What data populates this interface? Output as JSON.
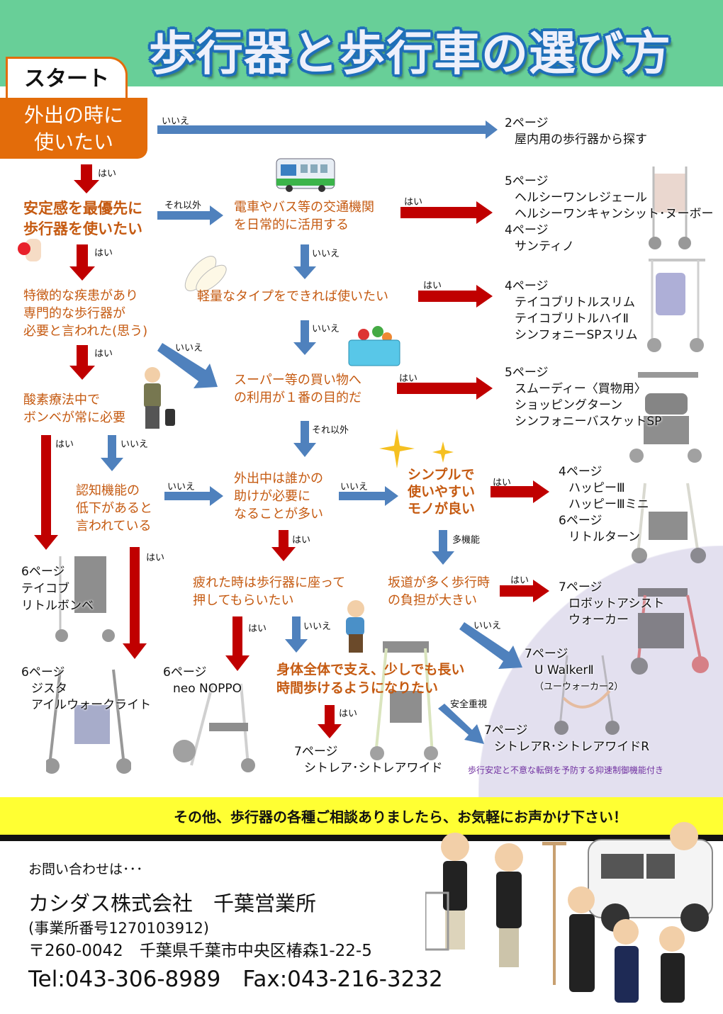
{
  "header": {
    "title": "歩行器と歩行車の選び方"
  },
  "start": {
    "tab": "スタート",
    "question_l1": "外出の時に",
    "question_l2": "使いたい"
  },
  "labels": {
    "yes": "はい",
    "no": "いいえ",
    "other": "それ以外",
    "multi": "多機能",
    "safety": "安全重視"
  },
  "questions": {
    "q_stability": [
      "安定感を最優先に",
      "歩行器を使いたい"
    ],
    "q_transit": [
      "電車やバス等の交通機関",
      "を日常的に活用する"
    ],
    "q_disease": [
      "特徴的な疾患があり",
      "専門的な歩行器が",
      "必要と言われた(思う)"
    ],
    "q_light": [
      "軽量なタイプをできれば使いたい"
    ],
    "q_shopping": [
      "スーパー等の買い物へ",
      "の利用が１番の目的だ"
    ],
    "q_oxygen": [
      "酸素療法中で",
      "ボンベが常に必要"
    ],
    "q_cognitive": [
      "認知機能の",
      "低下があると",
      "言われている"
    ],
    "q_help": [
      "外出中は誰かの",
      "助けが必要に",
      "なることが多い"
    ],
    "q_simple": [
      "シンプルで",
      "使いやすい",
      "モノが良い"
    ],
    "q_sit": [
      "疲れた時は歩行器に座って",
      "押してもらいたい"
    ],
    "q_slope": [
      "坂道が多く歩行時",
      "の負担が大きい"
    ],
    "q_whole": [
      "身体全体で支え、少しでも長い",
      "時間歩けるようになりたい"
    ]
  },
  "results": {
    "indoor": {
      "page": "2ページ",
      "items": [
        "屋内用の歩行器から探す"
      ]
    },
    "transit": {
      "page": "5ページ",
      "items": [
        "ヘルシーワンレジェール",
        "ヘルシーワンキャンシット･ヌーボー"
      ],
      "page2": "4ページ",
      "items2": [
        "サンティノ"
      ]
    },
    "light": {
      "page": "4ページ",
      "items": [
        "テイコブリトルスリム",
        "テイコブリトルハイⅡ",
        "シンフォニーSPスリム"
      ]
    },
    "shopping": {
      "page": "5ページ",
      "items": [
        "スムーディー〈買物用〉",
        "ショッピングターン",
        "シンフォニーバスケットSP"
      ]
    },
    "simple": {
      "page": "4ページ",
      "items": [
        "ハッピーⅢ",
        "ハッピーⅢミニ"
      ],
      "page2": "6ページ",
      "items2": [
        "リトルターン"
      ]
    },
    "oxygen": {
      "page": "6ページ",
      "items": [
        "テイコブ",
        "リトルボンベ"
      ]
    },
    "robot": {
      "page": "7ページ",
      "items": [
        "ロボットアシスト",
        "ウォーカー"
      ]
    },
    "cognitive": {
      "page": "6ページ",
      "items": [
        "ジスタ",
        "アイルウォークライト"
      ]
    },
    "sit": {
      "page": "6ページ",
      "items": [
        "neo NOPPO"
      ]
    },
    "uwalker": {
      "page": "7ページ",
      "items": [
        "U WalkerⅡ",
        "（ユーウォーカー2）"
      ]
    },
    "sitorea": {
      "page": "7ページ",
      "items": [
        "シトレア･シトレアワイド"
      ]
    },
    "sitorea_r": {
      "page": "7ページ",
      "items": [
        "シトレアR･シトレアワイドR"
      ]
    },
    "note": "歩行安定と不意な転倒を予防する抑速制御機能付き"
  },
  "banner": "その他、歩行器の各種ご相談ありましたら、お気軽にお声かけ下さい！",
  "contact": {
    "intro": "お問い合わせは･･･",
    "company": "カシダス株式会社　千葉営業所",
    "office_no": "(事業所番号1270103912)",
    "address": "〒260-0042　千葉県千葉市中央区椿森1-22-5",
    "phone": "Tel:043-306-8989　Fax:043-216-3232"
  },
  "colors": {
    "header": "#68cf98",
    "orange": "#e36c0a",
    "question": "#c55a11",
    "blue_arrow": "#4f81bd",
    "red_arrow": "#c00000",
    "banner": "#ffff33",
    "note": "#7030a0"
  }
}
